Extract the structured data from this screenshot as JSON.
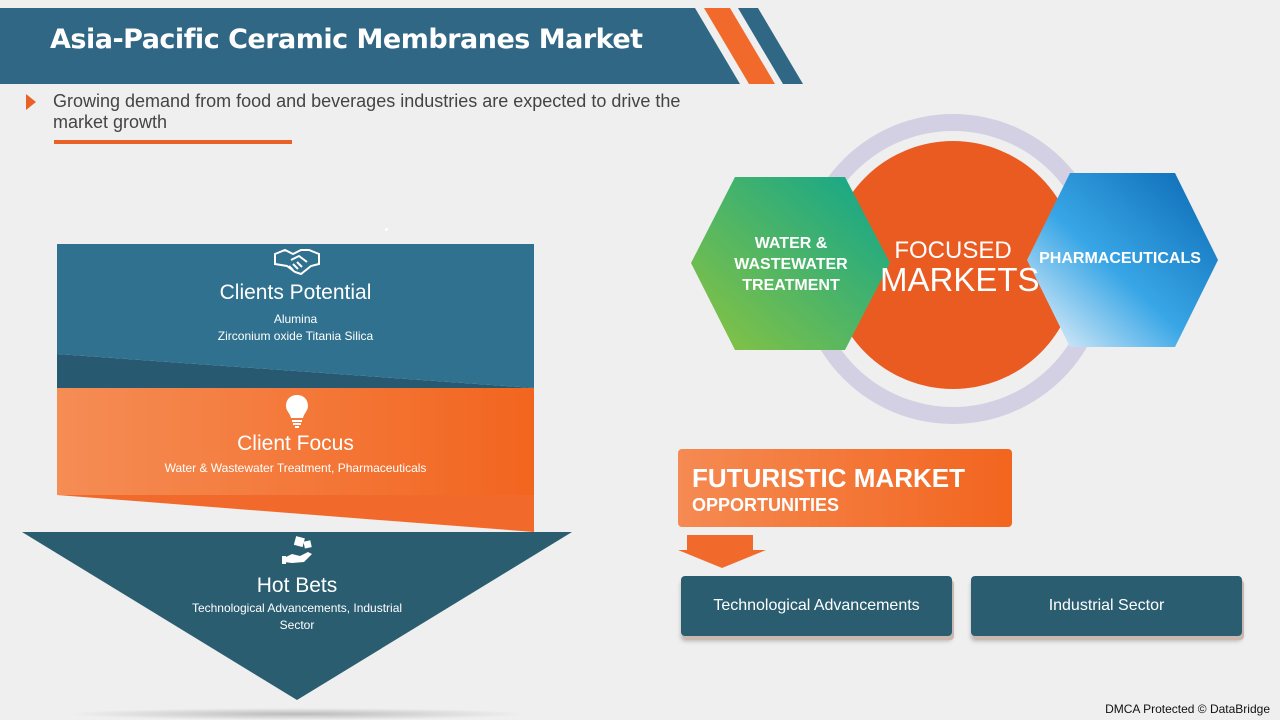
{
  "header": {
    "title": "Asia-Pacific Ceramic Membranes Market",
    "subtitle": "Growing demand from food and beverages industries are expected to drive the market growth"
  },
  "pyramid": {
    "tiers": [
      {
        "icon": "handshake-icon",
        "title": "Clients Potential",
        "lines": [
          "Alumina",
          "Zirconium oxide Titania Silica"
        ]
      },
      {
        "icon": "lightbulb-icon",
        "title": "Client Focus",
        "lines": [
          "Water & Wastewater Treatment, Pharmaceuticals"
        ]
      },
      {
        "icon": "hand-dice-icon",
        "title": "Hot Bets",
        "lines": [
          "Technological Advancements, Industrial",
          "Sector"
        ]
      }
    ]
  },
  "focused_markets": {
    "center_line1": "FOCUSED",
    "center_line2": "MARKETS",
    "left_hex": [
      "WATER &",
      "WASTEWATER",
      "TREATMENT"
    ],
    "right_hex": "PHARMACEUTICALS"
  },
  "futuristic": {
    "title": "FUTURISTIC MARKET",
    "subtitle": "OPPORTUNITIES",
    "opportunities": [
      "Technological Advancements",
      "Industrial Sector"
    ]
  },
  "footer": "DMCA Protected © DataBridge",
  "colors": {
    "navy": "#2f6784",
    "teal": "#2a5d70",
    "orange": "#f26a2b",
    "ring": "#d2d0e2"
  }
}
